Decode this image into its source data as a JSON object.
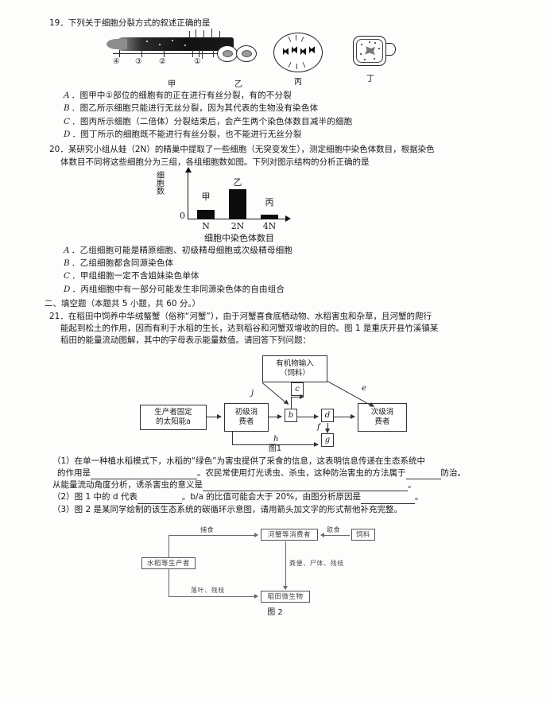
{
  "q19": {
    "number": "19",
    "stem": "．下列关于细胞分裂方式的叙述正确的是",
    "figures": [
      {
        "caption": "甲",
        "ticks": [
          "④",
          "③",
          "②",
          "①"
        ]
      },
      {
        "caption": "乙"
      },
      {
        "caption": "丙"
      },
      {
        "caption": "丁"
      }
    ],
    "options": [
      {
        "letter": "A",
        "text": "．图甲中①部位的细胞有的正在进行有丝分裂，有的不分裂"
      },
      {
        "letter": "B",
        "text": "．图乙所示细胞只能进行无丝分裂，因为其代表的生物没有染色体"
      },
      {
        "letter": "C",
        "text": "．图丙所示细胞（二倍体）分裂结束后，会产生两个染色体数目减半的细胞"
      },
      {
        "letter": "D",
        "text": "．图丁所示的细胞既不能进行有丝分裂，也不能进行无丝分裂"
      }
    ]
  },
  "q20": {
    "number": "20",
    "stem_line1": "．某研究小组从蛙（2N）的精巢中提取了一些细胞（无突变发生），测定细胞中染色体数目，根据染色",
    "stem_line2": "体数目不同将这些细胞分为三组，各组细胞数如图。下列对图示结构的分析正确的是",
    "options": [
      {
        "letter": "A",
        "text": "．乙组细胞可能是精原细胞、初级精母细胞或次级精母细胞"
      },
      {
        "letter": "B",
        "text": "．乙组细胞都含同源染色体"
      },
      {
        "letter": "C",
        "text": "．甲组细胞一定不含姐妹染色单体"
      },
      {
        "letter": "D",
        "text": "．丙组细胞中有一部分可能发生非同源染色体的自由组合"
      }
    ]
  },
  "chart_data": {
    "type": "bar",
    "title": "",
    "categories": [
      "N",
      "2N",
      "4N"
    ],
    "series_labels": [
      "甲",
      "乙",
      "丙"
    ],
    "values": [
      18,
      62,
      8
    ],
    "xlabel": "细胞中染色体数目",
    "ylabel": "细胞数",
    "origin_label": "0",
    "ylim": [
      0,
      100
    ],
    "grid": false,
    "legend": "none"
  },
  "section": {
    "heading": "二、填空题（本题共 5 小题，共 60 分。）"
  },
  "q21": {
    "number": "21",
    "stem_line1": "．在稻田中饲养中华绒螯蟹（俗称“河蟹”），由于河蟹喜食底栖动物、水稻害虫和杂草，且河蟹的爬行",
    "stem_line2": "能起到松土的作用，因而有利于水稻的生长，达到稻谷和河蟹双增收的目的。图 1 是重庆开县竹溪镇某",
    "stem_line3": "稻田的能量流动图解，其中的字母表示能量数值。请回答下列问题：",
    "fig1": {
      "caption": "图1",
      "boxes": {
        "input": "有机物输入\n（饲料）",
        "producer": "生产者固定\n的太阳能a",
        "primary": "初级消\n费者",
        "secondary": "次级消\n费者"
      },
      "small_boxes": [
        "c",
        "b",
        "d",
        "g"
      ],
      "arrow_labels": [
        "j",
        "e",
        "h",
        "f"
      ]
    },
    "sub1_a": "（1）在单一种植水稻模式下，水稻的“绿色”为害虫提供了采食的信息，这表明信息传递在生态系统中",
    "sub1_b_pre": "的作用是",
    "sub1_b_mid": "。农民常使用灯光诱虫、杀虫，这种防治害虫的方法属于",
    "sub1_b_post": "防治。",
    "sub1_c_pre": "从能量流动角度分析，诱杀害虫的意义是",
    "sub1_c_post": "。",
    "sub2_pre": "（2）图 1 中的 d 代表",
    "sub2_mid": "。b/a 的比值可能会大于 20%，由图分析原因是",
    "sub2_post": "。",
    "sub3": "（3）图 2 是某同学绘制的该生态系统的碳循环示意图，请用箭头加文字的形式帮他补充完整。",
    "fig2": {
      "caption": "图 2",
      "boxes": {
        "producer": "水稻等生产者",
        "consumer": "河蟹等消费者",
        "feed": "饲料",
        "microbe": "稻田微生物"
      },
      "labels": {
        "predation": "捕食",
        "ingest": "取食",
        "waste": "粪便、尸体、残枝",
        "litter": "落叶、残枝"
      }
    }
  }
}
